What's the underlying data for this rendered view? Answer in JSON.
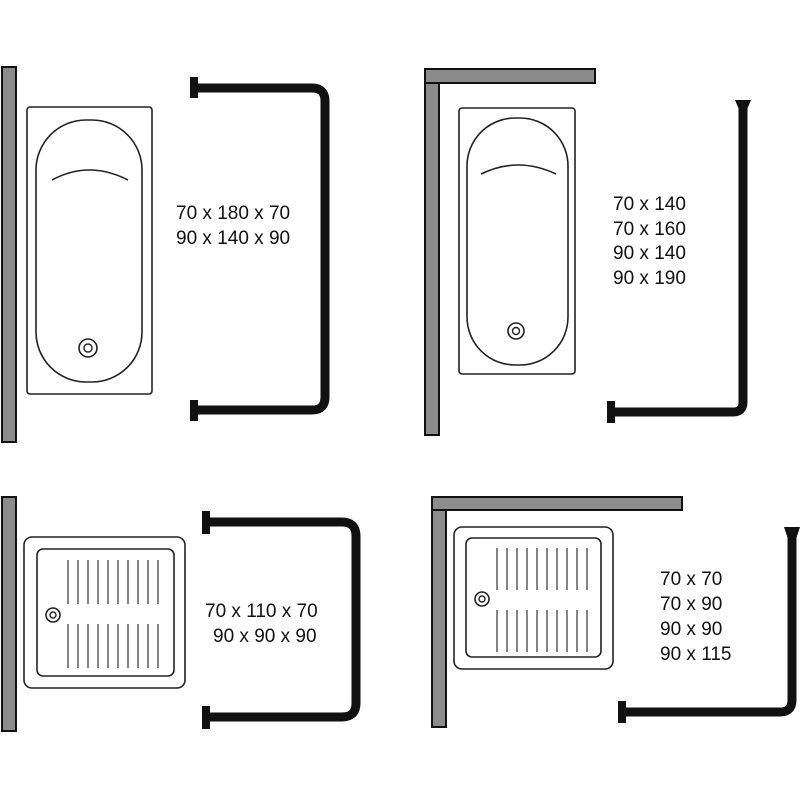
{
  "colors": {
    "wall_fill": "#8c8c8c",
    "rod": "#111111",
    "line": "#222222",
    "background": "#ffffff"
  },
  "configurations": [
    {
      "id": "bathtub-u-rail",
      "sizes": [
        "70 x 180 x 70",
        "90 x 140 x 90"
      ]
    },
    {
      "id": "bathtub-l-rail",
      "sizes": [
        "70 x 140",
        "70 x 160",
        "90 x 140",
        "90 x 190"
      ]
    },
    {
      "id": "shower-u-rail",
      "sizes": [
        "70 x 110 x 70",
        "90 x 90 x 90"
      ]
    },
    {
      "id": "shower-l-rail",
      "sizes": [
        "70 x 70",
        "70 x 90",
        "90 x 90",
        "90 x 115"
      ]
    }
  ]
}
